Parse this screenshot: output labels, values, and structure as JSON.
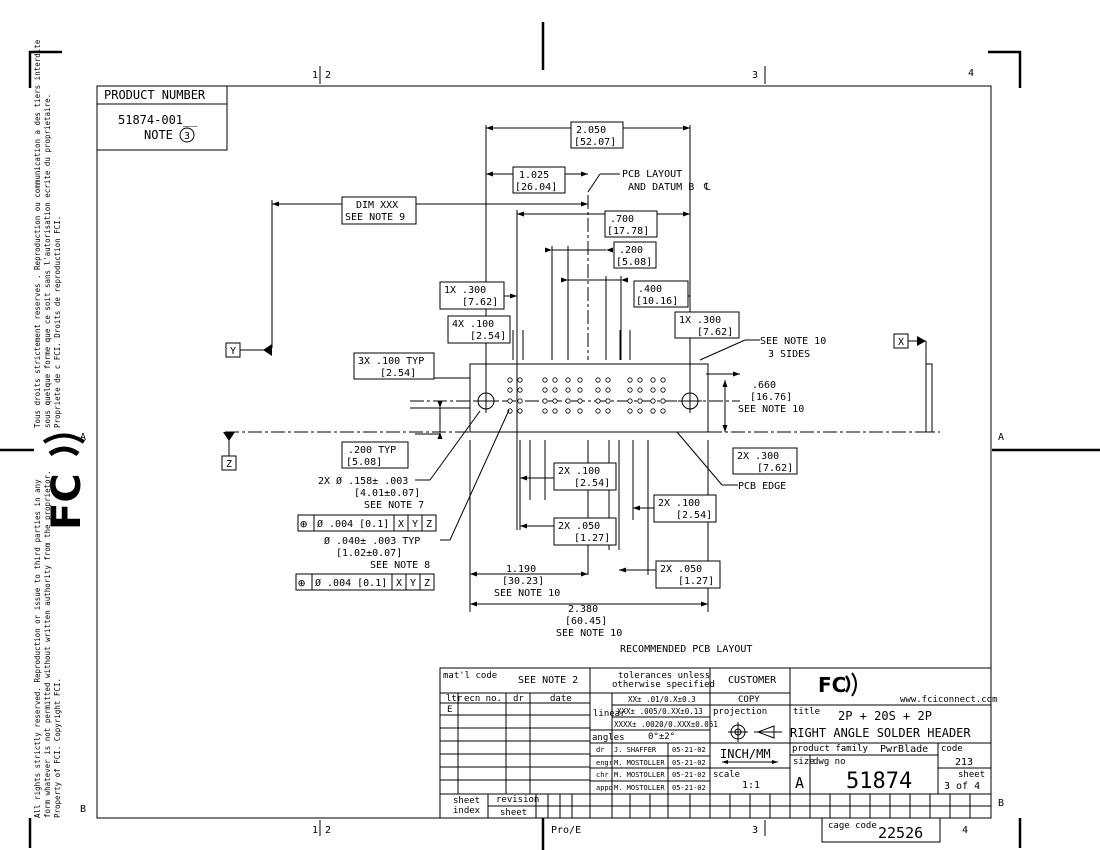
{
  "zones": {
    "top": [
      "1",
      "2",
      "3",
      "4"
    ],
    "bottom": [
      "1",
      "2",
      "3",
      "4"
    ],
    "left": [
      "A",
      "B"
    ],
    "right": [
      "A",
      "B"
    ]
  },
  "side_text": {
    "upper": [
      "Tous droits strictement reserves . Reproduction ou communication a des tiers interdite",
      "sous quelque forme que ce soit sans l'autorisation ecrite du proprietaire.",
      "Propriete de c FCI.  Droits de reproduction FCI."
    ],
    "lower": [
      "All rights strictly reserved.  Reproduction or issue to third parties in any",
      "form whatever is not permitted without written authority from the proprietor.",
      "Property of FCI.  Copyright FCI."
    ]
  },
  "logo": {
    "text": "FC",
    "brand": "FCI"
  },
  "product_number": {
    "header": "PRODUCT NUMBER",
    "value": "51874-001__",
    "note": "NOTE",
    "note_num": "3"
  },
  "dims": {
    "d2050": [
      "2.050",
      "[52.07]"
    ],
    "d1025": [
      "1.025",
      "[26.04]"
    ],
    "pcb_datum": [
      "PCB LAYOUT",
      "AND DATUM B"
    ],
    "dimxxx": [
      "DIM XXX",
      "SEE NOTE 9"
    ],
    "d700": [
      ".700",
      "[17.78]"
    ],
    "d200": [
      ".200",
      "[5.08]"
    ],
    "d1x300a": [
      "1X .300",
      "[7.62]"
    ],
    "d400": [
      ".400",
      "[10.16]"
    ],
    "d4x100": [
      "4X .100",
      "[2.54]"
    ],
    "d1x300b": [
      "1X .300",
      "[7.62]"
    ],
    "see10": [
      "SEE NOTE 10",
      "3 SIDES"
    ],
    "d3x100": [
      "3X .100  TYP",
      "[2.54]"
    ],
    "d660": [
      ".660",
      "[16.76]",
      "SEE NOTE 10"
    ],
    "d200typ": [
      ".200  TYP",
      "[5.08]"
    ],
    "d2x300": [
      "2X .300",
      "[7.62]"
    ],
    "pcb_edge": "PCB EDGE",
    "hole158": [
      "2X Ø .158± .003",
      "[4.01±0.07]",
      "SEE NOTE 7"
    ],
    "fcf1": [
      "⊕",
      "Ø .004 [0.1]",
      "X",
      "Y",
      "Z"
    ],
    "hole040": [
      "Ø .040± .003   TYP",
      "[1.02±0.07]",
      "SEE NOTE 8"
    ],
    "fcf2": [
      "⊕",
      "Ø .004 [0.1]",
      "X",
      "Y",
      "Z"
    ],
    "d2x100a": [
      "2X .100",
      "[2.54]"
    ],
    "d2x100b": [
      "2X .100",
      "[2.54]"
    ],
    "d2x050a": [
      "2X .050",
      "[1.27]"
    ],
    "d2x050b": [
      "2X .050",
      "[1.27]"
    ],
    "d1190": [
      "1.190",
      "[30.23]",
      "SEE NOTE 10"
    ],
    "d2380": [
      "2.380",
      "[60.45]",
      "SEE NOTE 10"
    ],
    "datum_y": "Y",
    "datum_z": "Z",
    "datum_x": "X",
    "caption": "RECOMMENDED PCB LAYOUT"
  },
  "title_block": {
    "matl_code": "mat'l code",
    "matl_value": "SEE NOTE 2",
    "rev_headers": [
      "ltr",
      "ecn no.",
      "dr",
      "date"
    ],
    "rev_letter": "E",
    "tolerances": [
      "tolerances unless",
      "otherwise specified"
    ],
    "linear": "linear",
    "tol_lines": [
      "XX± .01/0.X±0.3",
      "XXX± .005/0.XX±0.13",
      "XXXX± .0020/0.XXX±0.051"
    ],
    "angles": "angles",
    "angle_tol": "0°±2°",
    "roles": [
      "dr",
      "engr",
      "chr",
      "appd"
    ],
    "names": [
      "J. SHAFFER",
      "M. MOSTOLLER",
      "M. MOSTOLLER",
      "M. MOSTOLLER"
    ],
    "dates": [
      "05-21-02",
      "05-21-02",
      "05-21-02",
      "05-21-02"
    ],
    "customer": "CUSTOMER",
    "copy": "COPY",
    "projection": "projection",
    "units": "INCH/MM",
    "scale_label": "scale",
    "scale": "1:1",
    "website": "www.fciconnect.com",
    "title_label": "title",
    "title1": "2P + 20S + 2P",
    "title2": "RIGHT ANGLE SOLDER HEADER",
    "product_family_label": "product family",
    "product_family": "PwrBlade",
    "code_label": "code",
    "code": "213",
    "size_label": "size",
    "size": "A",
    "dwg_no_label": "dwg no",
    "dwg_no": "51874",
    "sheet_label": "sheet",
    "sheet": "3 of 4",
    "sheet_index": [
      "sheet",
      "index"
    ],
    "revision_sheet": [
      "revision",
      "sheet"
    ],
    "cage_code_label": "cage code",
    "cage_code": "22526",
    "proe": "Pro/E"
  }
}
